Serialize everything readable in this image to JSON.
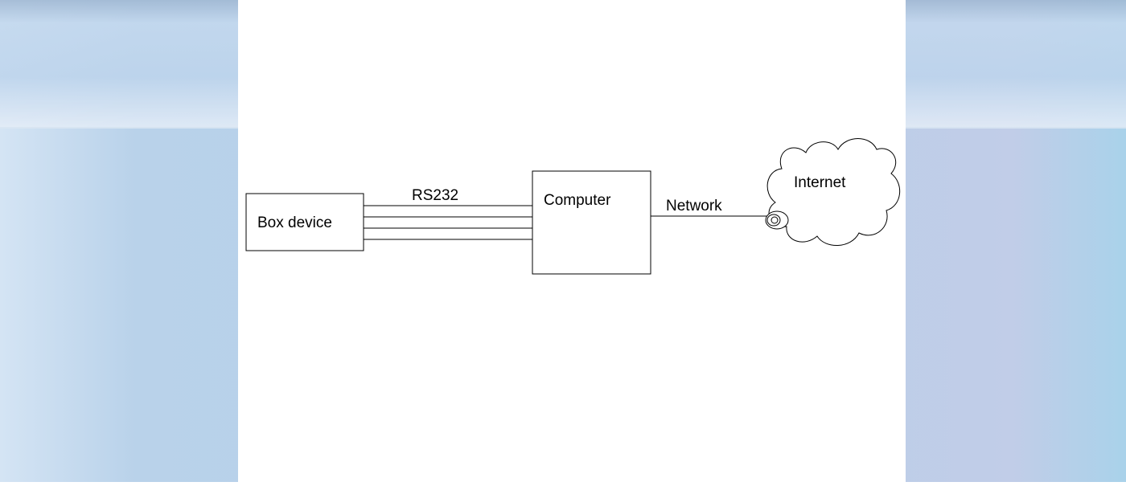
{
  "diagram": {
    "nodes": [
      {
        "id": "box-device",
        "label": "Box device"
      },
      {
        "id": "computer",
        "label": "Computer"
      },
      {
        "id": "internet",
        "label": "Internet"
      }
    ],
    "edges": [
      {
        "id": "rs232-link",
        "from": "box-device",
        "to": "computer",
        "label": "RS232",
        "wires": 4
      },
      {
        "id": "network-link",
        "from": "computer",
        "to": "internet",
        "label": "Network",
        "wires": 1
      }
    ]
  }
}
